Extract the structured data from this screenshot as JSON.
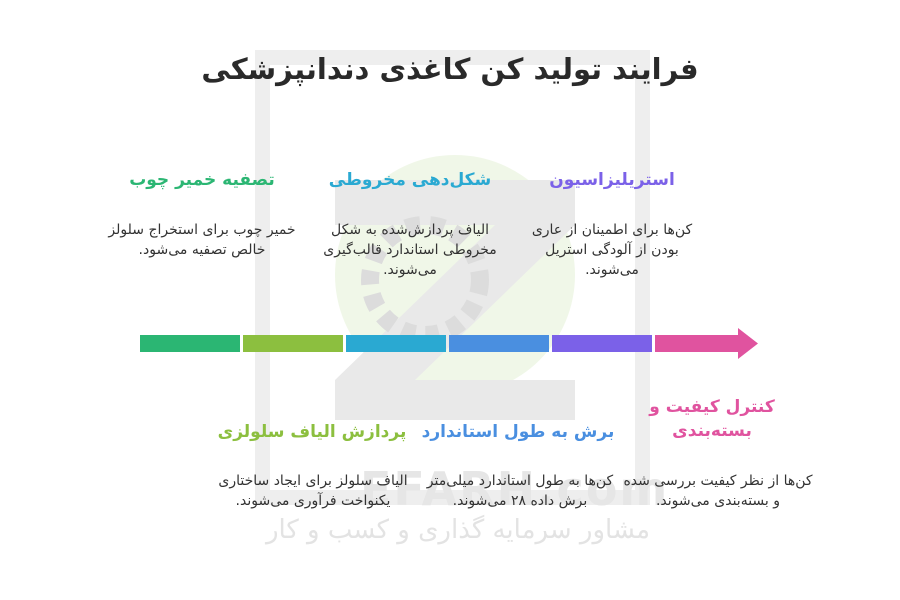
{
  "title": "فرایند تولید کن کاغذی دندانپزشکی",
  "watermark": {
    "brand": "EFARH.com",
    "tagline": "مشاور سرمایه گذاری و کسب و کار"
  },
  "colors": {
    "green": "#2bb673",
    "olive": "#8cbf3f",
    "teal": "#2aa9d2",
    "blue": "#4a8fe0",
    "purple": "#7b61e8",
    "pink": "#e0539f"
  },
  "steps_top": [
    {
      "title": "استریلیزاسیون",
      "desc": "کن‌ها برای اطمینان از عاری بودن از آلودگی استریل می‌شوند.",
      "color": "#7b61e8"
    },
    {
      "title": "شکل‌دهی مخروطی",
      "desc": "الیاف پردازش‌شده به شکل مخروطی استاندارد قالب‌گیری می‌شوند.",
      "color": "#2aa9d2"
    },
    {
      "title": "تصفیه خمیر چوب",
      "desc": "خمیر چوب برای استخراج سلولز خالص تصفیه می‌شود.",
      "color": "#2bb673"
    }
  ],
  "steps_bottom": [
    {
      "title": "کنترل کیفیت و بسته‌بندی",
      "desc": "کن‌ها از نظر کیفیت بررسی شده و بسته‌بندی می‌شوند.",
      "color": "#e0539f"
    },
    {
      "title": "برش به طول استاندارد",
      "desc": "کن‌ها به طول استاندارد میلی‌متر برش داده ۲۸ می‌شوند.",
      "color": "#4a8fe0"
    },
    {
      "title": "پردازش الیاف سلولزی",
      "desc": "الیاف سلولز برای ایجاد ساختاری یکنواخت فرآوری می‌شوند.",
      "color": "#8cbf3f"
    }
  ]
}
